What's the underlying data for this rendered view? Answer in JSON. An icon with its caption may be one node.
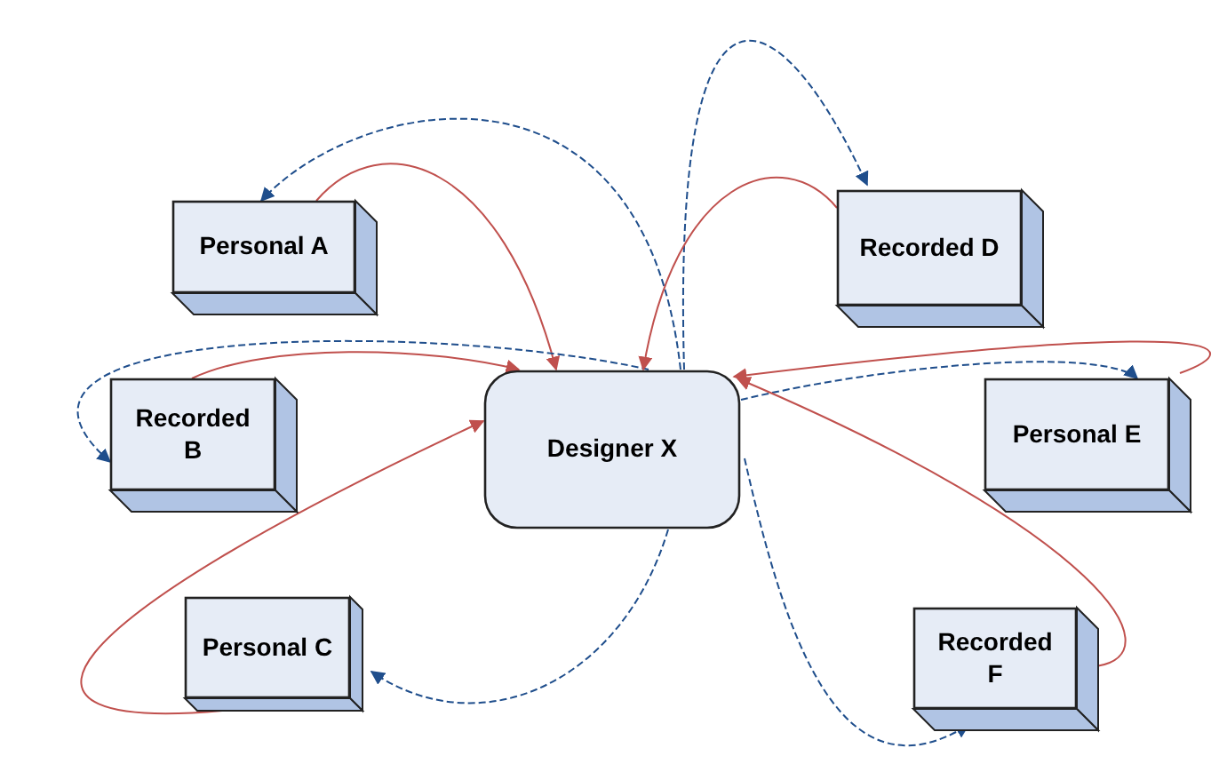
{
  "diagram": {
    "nodes": [
      {
        "text": [
          "Personal A"
        ]
      },
      {
        "text": [
          "Recorded D"
        ]
      },
      {
        "text": [
          "Recorded B"
        ]
      },
      {
        "text": [
          "Designer X"
        ]
      },
      {
        "text": [
          "Personal E"
        ]
      },
      {
        "text": [
          "Personal C"
        ]
      },
      {
        "text": [
          "Recorded F"
        ]
      }
    ],
    "edges": [
      {
        "from": 3,
        "to": 0,
        "arrow": "to",
        "style": "dashed",
        "color": "#1f4e8c"
      },
      {
        "from": 0,
        "to": 3,
        "arrow": "to",
        "color": "#c0504d"
      },
      {
        "from": 3,
        "to": 2,
        "arrow": "to",
        "style": "dashed",
        "color": "#1f4e8c"
      },
      {
        "from": 2,
        "to": 3,
        "arrow": "to",
        "color": "#c0504d"
      },
      {
        "from": 3,
        "to": 5,
        "arrow": "to",
        "style": "dashed",
        "color": "#1f4e8c"
      },
      {
        "from": 5,
        "to": 3,
        "arrow": "to",
        "color": "#c0504d"
      },
      {
        "from": 3,
        "to": 1,
        "arrow": "to",
        "style": "dashed",
        "color": "#1f4e8c"
      },
      {
        "from": 1,
        "to": 3,
        "arrow": "to",
        "color": "#c0504d"
      },
      {
        "from": 3,
        "to": 4,
        "arrow": "to",
        "style": "dashed",
        "color": "#1f4e8c"
      },
      {
        "from": 4,
        "to": 3,
        "arrow": "to",
        "color": "#c0504d"
      },
      {
        "from": 3,
        "to": 6,
        "arrow": "to",
        "style": "dashed",
        "color": "#1f4e8c"
      },
      {
        "from": 6,
        "to": 3,
        "arrow": "to",
        "color": "#c0504d"
      }
    ]
  }
}
